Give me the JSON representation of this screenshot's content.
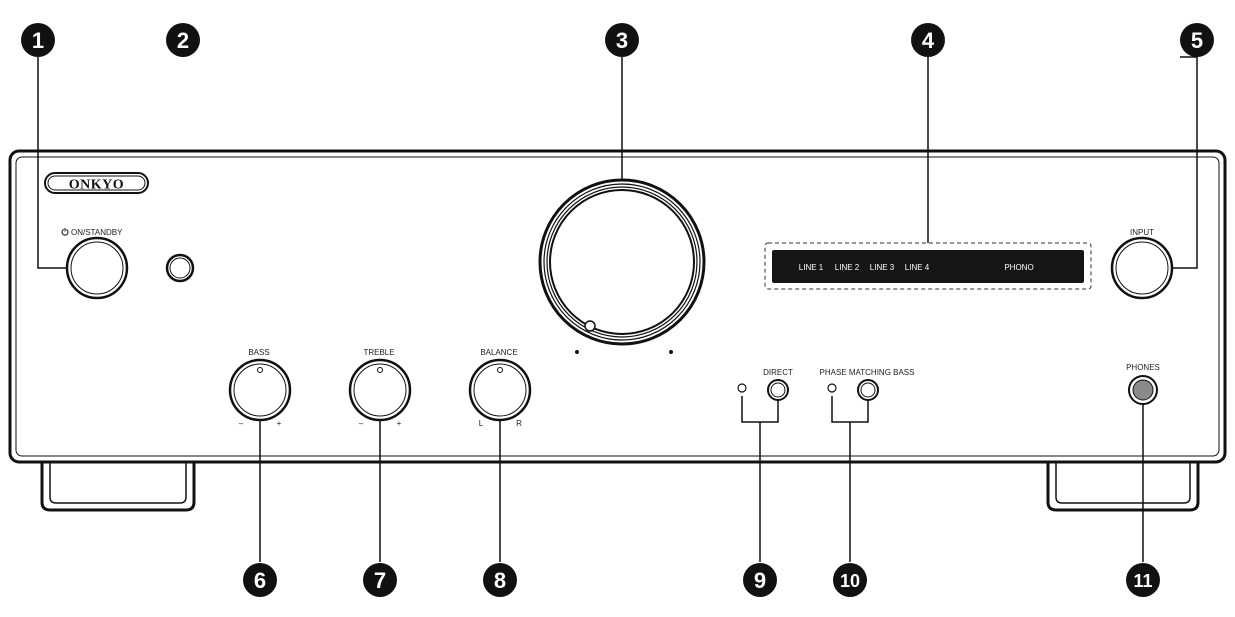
{
  "brand": {
    "logo": "ONKYO"
  },
  "panel_labels": {
    "power": "ON/STANDBY",
    "bass": "BASS",
    "treble": "TREBLE",
    "balance": "BALANCE",
    "input": "INPUT",
    "direct": "DIRECT",
    "phase_matching_bass": "PHASE MATCHING BASS",
    "phones": "PHONES",
    "minus": "–",
    "plus": "+",
    "left": "L",
    "right": "R"
  },
  "display": {
    "line1": "LINE 1",
    "line2": "LINE 2",
    "line3": "LINE 3",
    "line4": "LINE 4",
    "phono": "PHONO"
  },
  "callouts": {
    "c1": "1",
    "c2": "2",
    "c3": "3",
    "c4": "4",
    "c5": "5",
    "c6": "6",
    "c7": "7",
    "c8": "8",
    "c9": "9",
    "c10": "10",
    "c11": "11"
  }
}
